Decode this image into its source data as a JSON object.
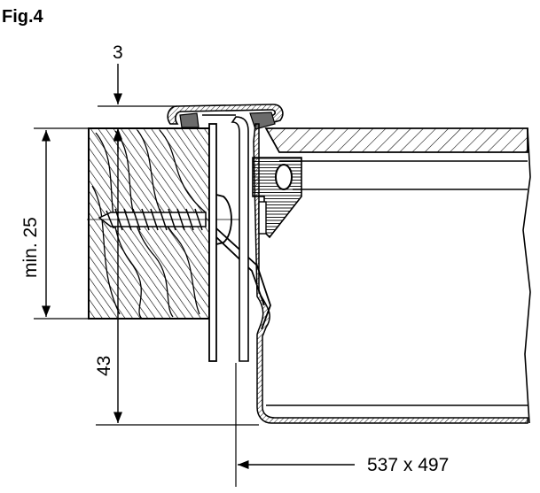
{
  "figure": {
    "label": "Fig.4",
    "dimensions": {
      "gap": "3",
      "min_thickness": "min. 25",
      "depth": "43",
      "cutout": "537 x 497"
    }
  },
  "colors": {
    "line": "#000000",
    "seal": "#6b6b6b",
    "background": "#ffffff"
  }
}
